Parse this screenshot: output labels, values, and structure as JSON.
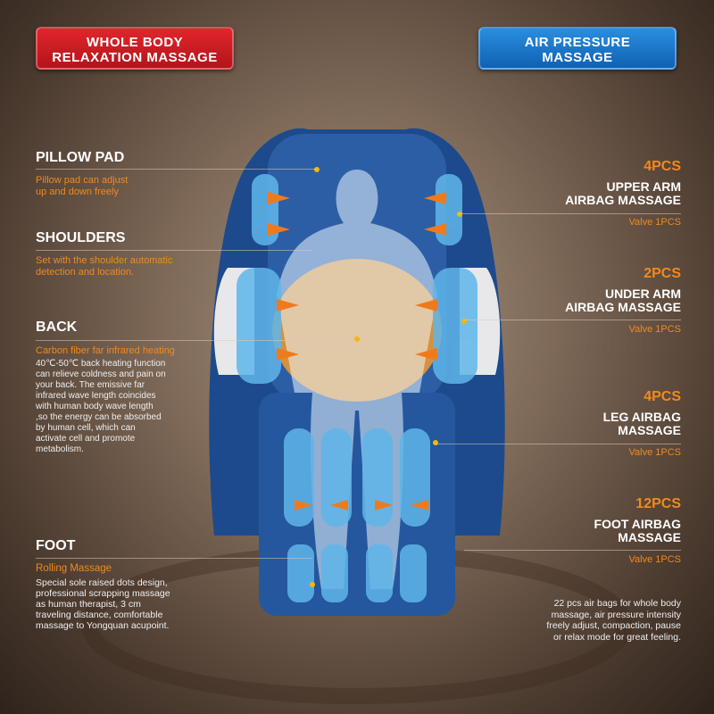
{
  "buttons": {
    "left": {
      "line1": "WHOLE BODY",
      "line2": "RELAXATION MASSAGE"
    },
    "right": {
      "line1": "AIR PRESSURE",
      "line2": "MASSAGE"
    }
  },
  "left_features": [
    {
      "title": "PILLOW PAD",
      "subtitle": "Pillow pad can adjust",
      "subtitle2": "up and down freely"
    },
    {
      "title": "SHOULDERS",
      "subtitle": "Set with the shoulder automatic",
      "subtitle2": "detection and location."
    },
    {
      "title": "BACK",
      "subtitle": "Carbon fiber far infrared heating",
      "body": [
        "40℃-50℃ back heating function",
        "can relieve coldness and pain on",
        "your back. The emissive far",
        "infrared wave length coincides",
        "with  human body wave length",
        ",so the energy can be absorbed",
        "by human cell, which can",
        "activate cell and promote",
        "metabolism."
      ]
    },
    {
      "title": "FOOT",
      "subtitle": "Rolling Massage",
      "body": [
        "Special sole raised dots design,",
        "professional scrapping massage",
        "as human therapist, 3 cm",
        "traveling distance, comfortable",
        "massage to Yongquan acupoint."
      ]
    }
  ],
  "right_features": [
    {
      "count": "4PCS",
      "line1": "UPPER ARM",
      "line2": "AIRBAG MASSAGE",
      "valve": "Valve  1PCS"
    },
    {
      "count": "2PCS",
      "line1": "UNDER ARM",
      "line2": "AIRBAG MASSAGE",
      "valve": "Valve  1PCS"
    },
    {
      "count": "4PCS",
      "line1": "LEG AIRBAG",
      "line2": "MASSAGE",
      "valve": "Valve  1PCS"
    },
    {
      "count": "12PCS",
      "line1": "FOOT AIRBAG",
      "line2": "MASSAGE",
      "valve": "Valve  1PCS"
    }
  ],
  "summary": [
    "22 pcs air bags for whole body",
    "massage, air pressure intensity",
    "freely adjust, compaction, pause",
    "or relax mode for great feeling."
  ],
  "colors": {
    "accent": "#f08a1e",
    "red": "#d11f26",
    "blue": "#1a7bd0",
    "chair": "#1e4e92"
  }
}
